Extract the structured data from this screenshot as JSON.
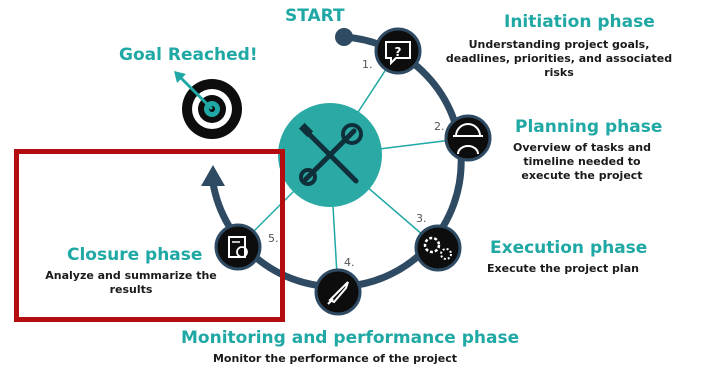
{
  "start_label": "START",
  "goal_label": "Goal Reached!",
  "colors": {
    "accent": "#1fa8a4",
    "ring": "#2e4b63",
    "icon_circle": "#0d0d0d",
    "highlight": "#b30d10"
  },
  "center_icon": "wrench-screwdriver-icon",
  "phases": [
    {
      "number": "1.",
      "title": "Initiation phase",
      "description": "Understanding project goals, deadlines, priorities, and associated risks",
      "icon": "question-chat-icon"
    },
    {
      "number": "2.",
      "title": "Planning phase",
      "description": "Overview of tasks and timeline needed to execute the project",
      "icon": "worker-helmet-icon"
    },
    {
      "number": "3.",
      "title": "Execution phase",
      "description": "Execute the project plan",
      "icon": "gears-icon"
    },
    {
      "number": "4.",
      "title": "Monitoring and performance phase",
      "description": "Monitor the performance of the project",
      "icon": "rocket-icon"
    },
    {
      "number": "5.",
      "title": "Closure phase",
      "description": "Analyze and summarize the results",
      "icon": "report-chart-icon"
    }
  ]
}
